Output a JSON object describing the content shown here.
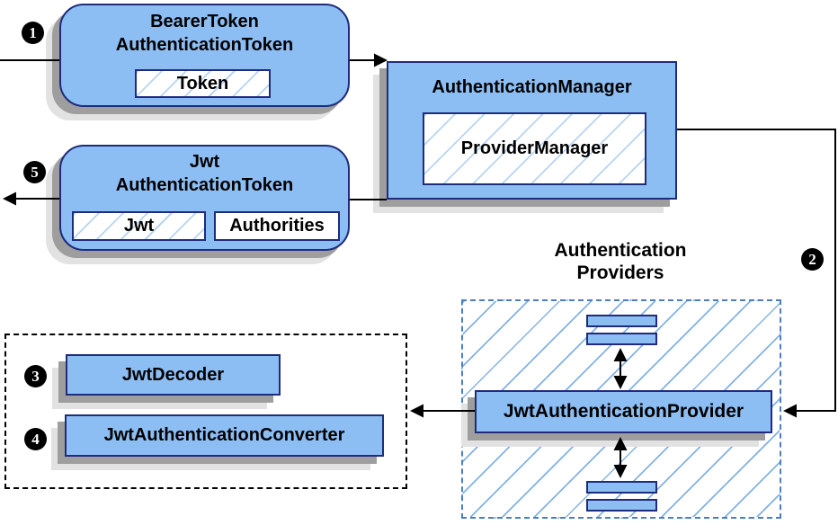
{
  "colors": {
    "node_fill": "#8dbef3",
    "node_border": "#1f2c7c",
    "hatch_light": "#b7d4f5",
    "hatch_strong": "#82b1e6",
    "providers_dash": "#4b7ec2",
    "shadow_dark": "#9e9e9e",
    "shadow_light": "#e2e2e2",
    "ink": "#000000"
  },
  "steps": {
    "s1": "1",
    "s2": "2",
    "s3": "3",
    "s4": "4",
    "s5": "5"
  },
  "nodes": {
    "bearer_token": {
      "line1": "BearerToken",
      "line2": "AuthenticationToken",
      "chip": "Token"
    },
    "authentication_manager": {
      "title": "AuthenticationManager",
      "inner": "ProviderManager"
    },
    "jwt_token": {
      "line1": "Jwt",
      "line2": "AuthenticationToken",
      "chip_jwt": "Jwt",
      "chip_authorities": "Authorities"
    },
    "providers_group": {
      "label_line1": "Authentication",
      "label_line2": "Providers"
    },
    "jwt_authentication_provider": {
      "title": "JwtAuthenticationProvider"
    },
    "jwt_decoder": {
      "title": "JwtDecoder"
    },
    "jwt_authentication_converter": {
      "title": "JwtAuthenticationConverter"
    }
  }
}
